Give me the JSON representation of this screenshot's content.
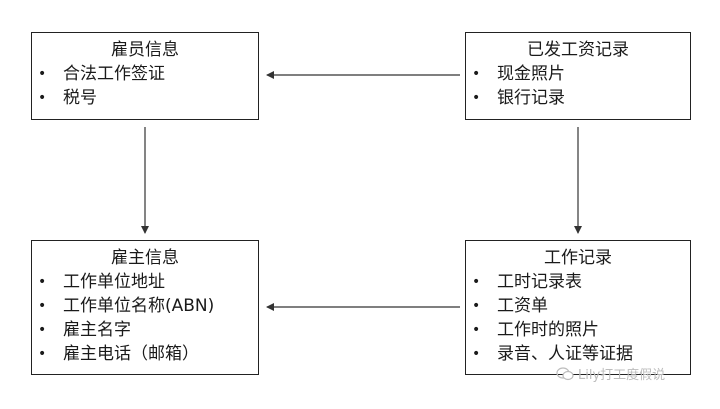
{
  "employee_info": {
    "title": "雇员信息",
    "items": [
      "合法工作签证",
      "税号"
    ]
  },
  "payment_records": {
    "title": "已发工资记录",
    "items": [
      "现金照片",
      "银行记录"
    ]
  },
  "employer_info": {
    "title": "雇主信息",
    "items": [
      "工作单位地址",
      "工作单位名称(ABN)",
      "雇主名字",
      "雇主电话（邮箱）"
    ]
  },
  "work_records": {
    "title": "工作记录",
    "items": [
      "工时记录表",
      "工资单",
      "工作时的照片",
      "录音、人证等证据"
    ]
  },
  "bullet": "•",
  "watermark": {
    "icon": "wechat-icon",
    "text": "Lily打工度假说"
  },
  "colors": {
    "border": "#222222",
    "arrow": "#333333",
    "watermark": "#bdbdbd"
  }
}
